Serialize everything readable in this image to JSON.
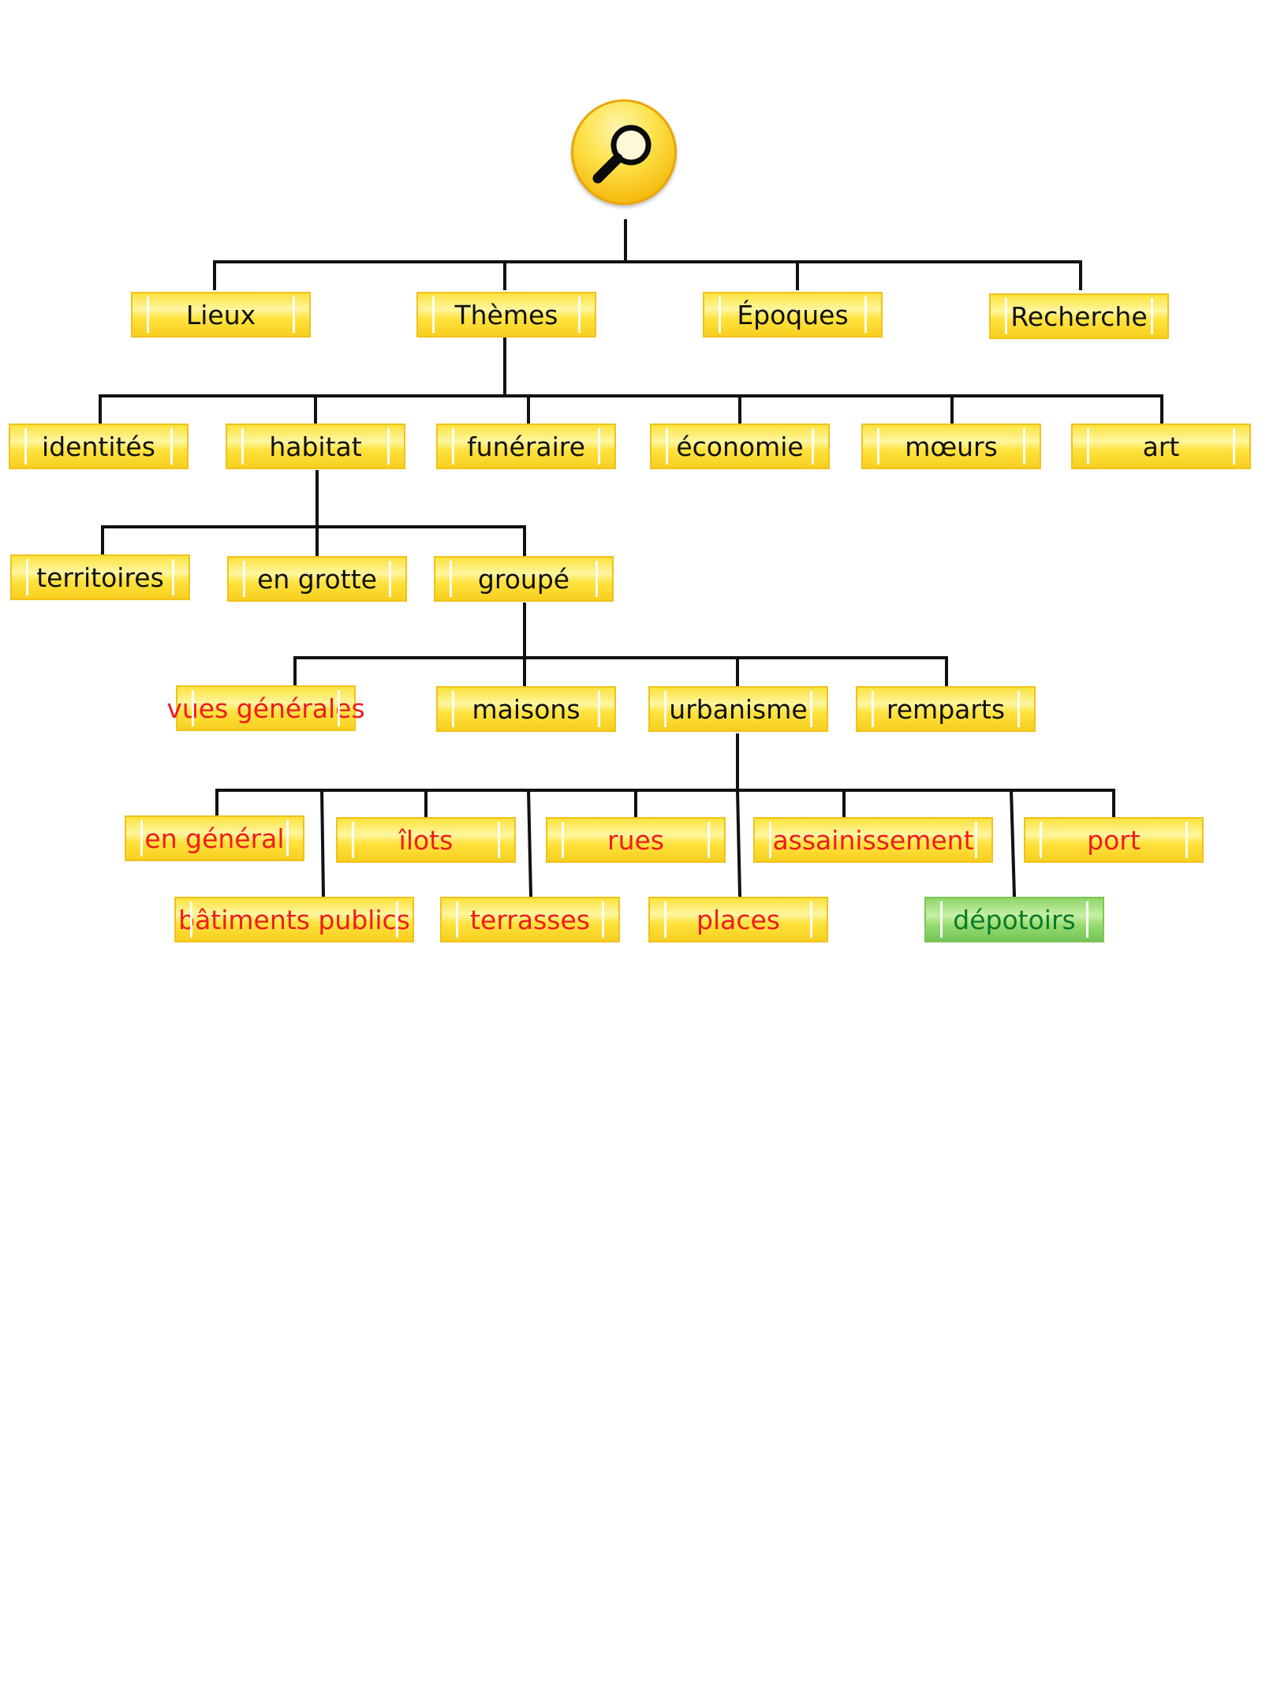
{
  "root": {
    "icon": "magnifying-glass-icon"
  },
  "level1": [
    "Lieux",
    "Thèmes",
    "Époques",
    "Recherche"
  ],
  "themes": [
    "identités",
    "habitat",
    "funéraire",
    "économie",
    "mœurs",
    "art"
  ],
  "habitat": [
    "territoires",
    "en grotte",
    "groupé"
  ],
  "groupe": [
    "vues générales",
    "maisons",
    "urbanisme",
    "remparts"
  ],
  "urbanisme_row1": [
    "en général",
    "îlots",
    "rues",
    "assainissement",
    "port"
  ],
  "urbanisme_row2": [
    "bâtiments publics",
    "terrasses",
    "places",
    "dépotoirs"
  ],
  "colors": {
    "text_default": "#111111",
    "text_highlight": "#ee1c1c",
    "text_selected": "#0a7a2a",
    "node_yellow": "#fbe23d",
    "node_green": "#8fd66a"
  }
}
